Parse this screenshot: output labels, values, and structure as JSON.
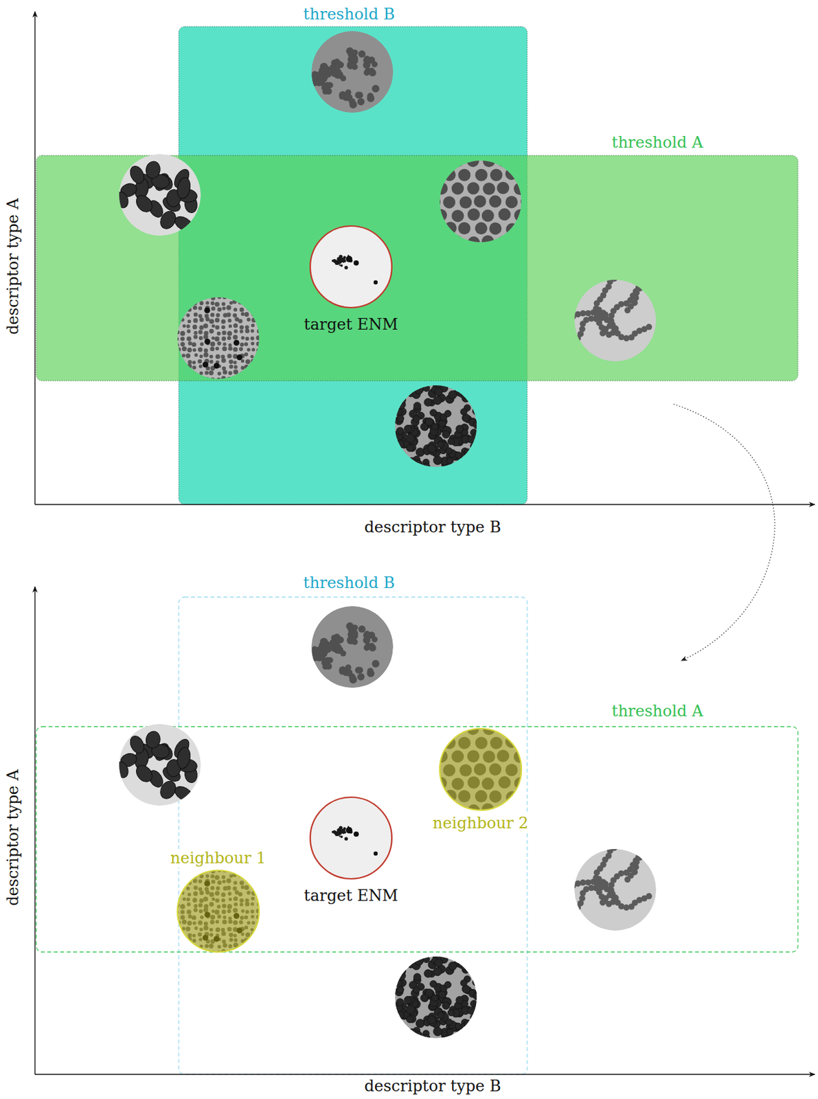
{
  "diagram": {
    "nodes": [
      {
        "text": [
          "threshold B"
        ]
      },
      {
        "text": [
          "threshold A"
        ]
      },
      {
        "text": [
          "target ENM"
        ],
        "in": 1
      },
      {
        "text": [
          "threshold B"
        ]
      },
      {
        "text": [
          "threshold A"
        ]
      },
      {
        "text": [
          "target ENM"
        ],
        "in": 4
      },
      {
        "text": [
          "neighbour 1"
        ],
        "in": 4
      },
      {
        "text": [
          "neighbour 2"
        ],
        "in": 4
      }
    ],
    "labels": [
      "descriptor type A",
      "descriptor type B",
      "descriptor type A",
      "descriptor type B"
    ]
  }
}
